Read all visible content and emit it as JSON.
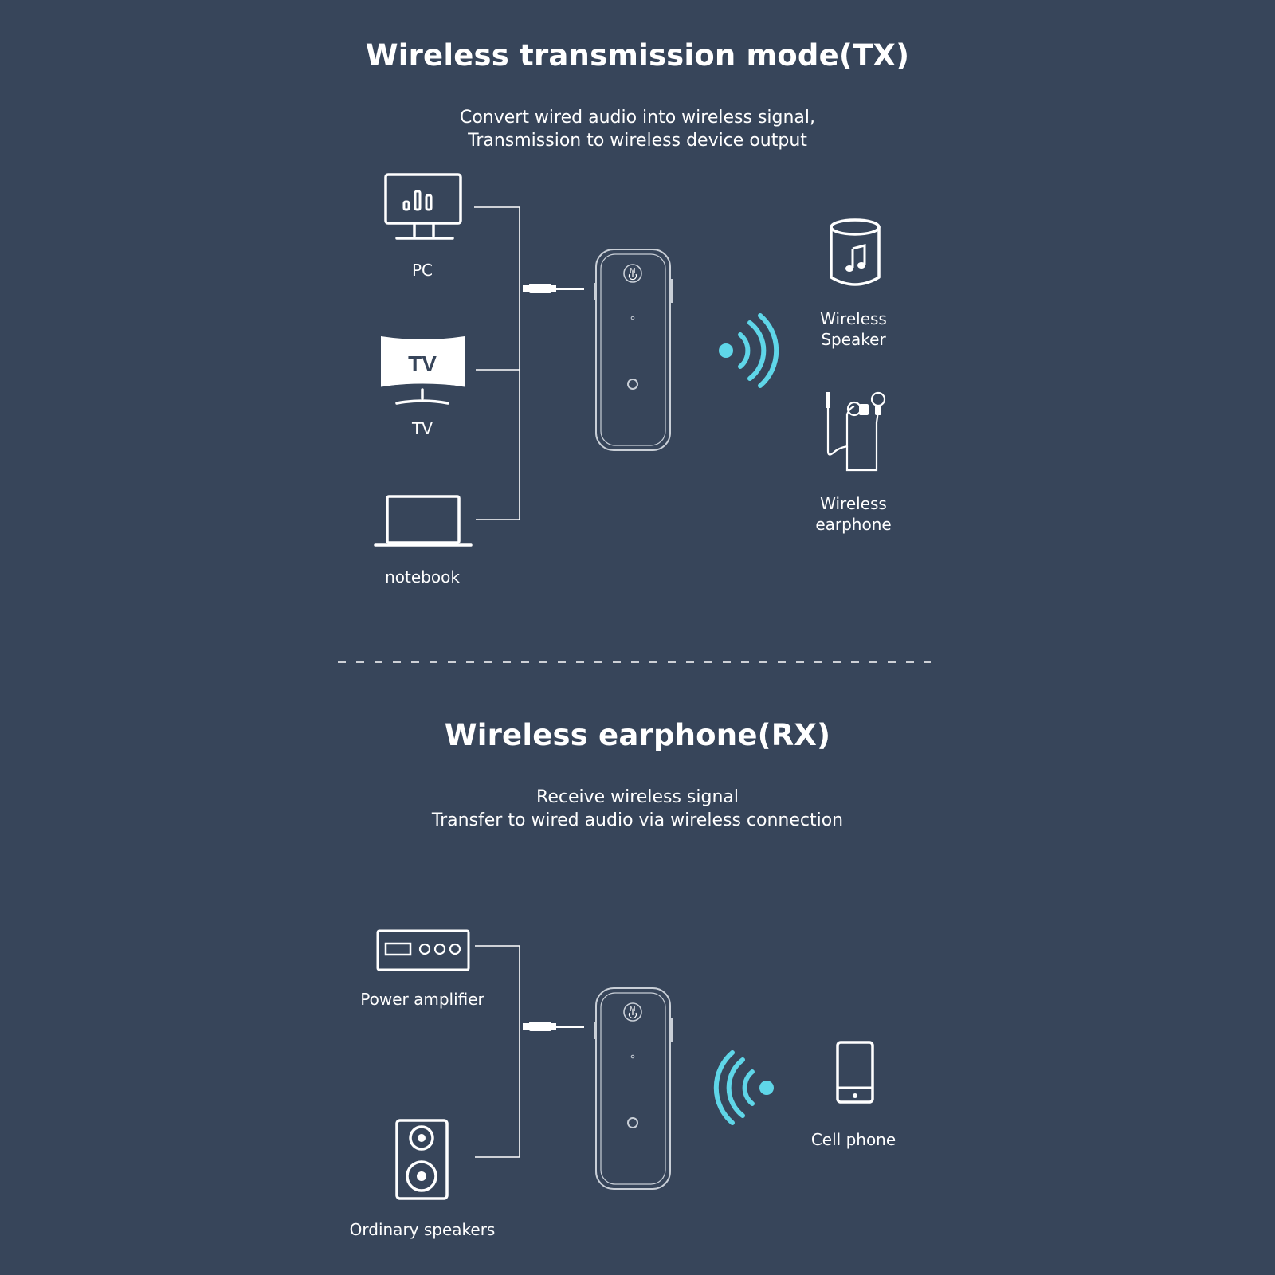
{
  "colors": {
    "background": "#37455a",
    "foreground": "#ffffff",
    "signal_accent": "#5fd6e8"
  },
  "tx": {
    "title": "Wireless transmission mode(TX)",
    "subtitle_lines": [
      "Convert wired audio into wireless signal,",
      "Transmission to wireless device output"
    ],
    "sources": [
      {
        "icon": "monitor-icon",
        "label": "PC"
      },
      {
        "icon": "tv-icon",
        "label": "TV",
        "badge": "TV"
      },
      {
        "icon": "laptop-icon",
        "label": "notebook"
      }
    ],
    "outputs": [
      {
        "icon": "speaker-icon",
        "label_lines": [
          "Wireless",
          "Speaker"
        ]
      },
      {
        "icon": "earphone-icon",
        "label_lines": [
          "Wireless",
          "earphone"
        ]
      }
    ],
    "device_button": "M"
  },
  "rx": {
    "title": "Wireless earphone(RX)",
    "subtitle_lines": [
      "Receive wireless signal",
      "Transfer to wired audio via wireless connection"
    ],
    "outputs": [
      {
        "icon": "amplifier-icon",
        "label": "Power amplifier"
      },
      {
        "icon": "loudspeaker-icon",
        "label": "Ordinary speakers"
      }
    ],
    "source": {
      "icon": "phone-icon",
      "label": "Cell phone"
    },
    "device_button": "M"
  }
}
